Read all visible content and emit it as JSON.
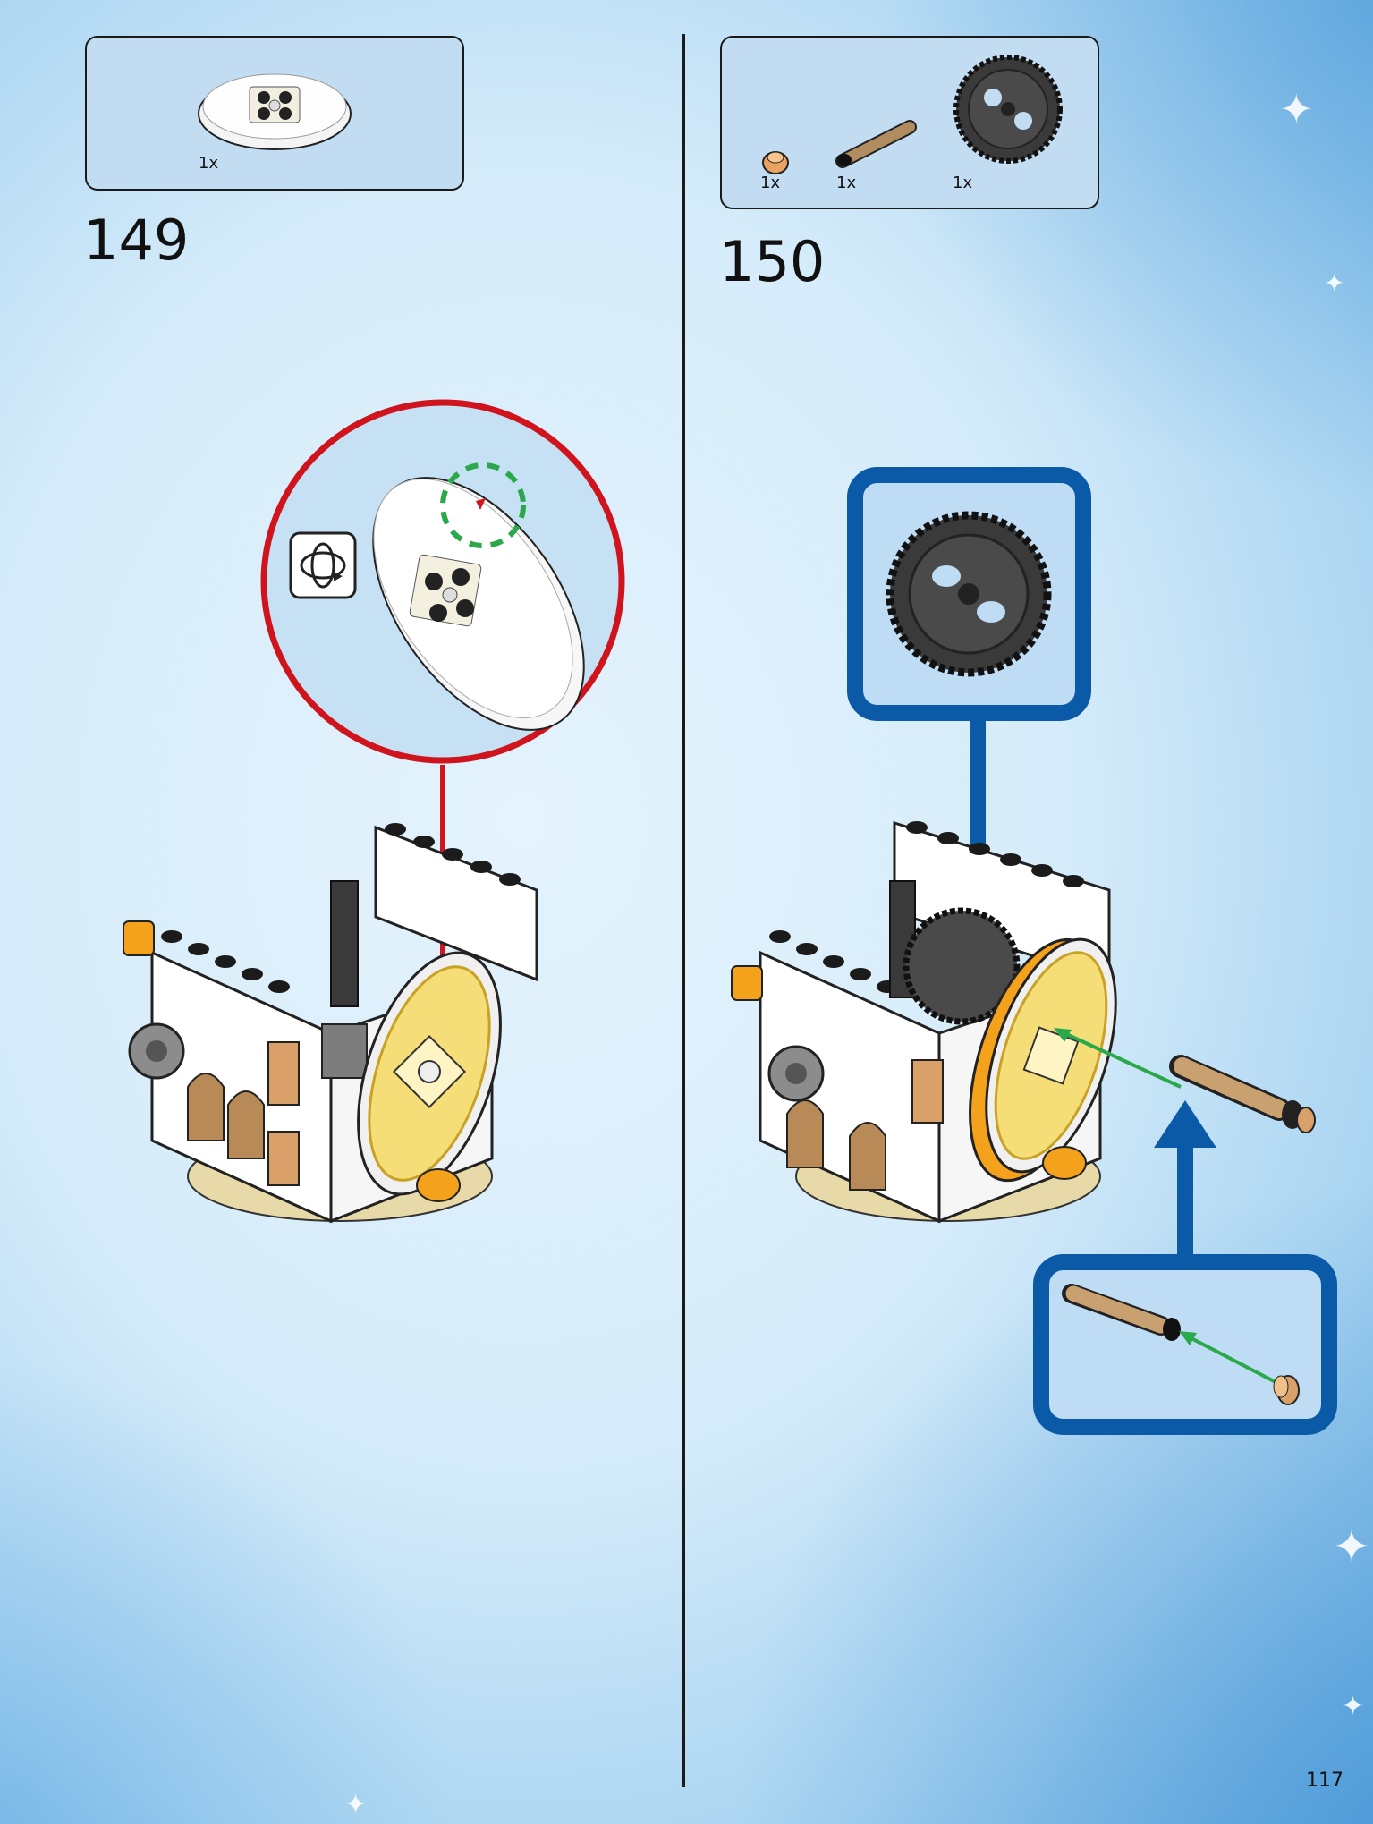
{
  "page": {
    "number": "117"
  },
  "steps": [
    {
      "number": "149",
      "parts": [
        {
          "name": "round-tile-part-icon",
          "qty": "1x"
        }
      ]
    },
    {
      "number": "150",
      "parts": [
        {
          "name": "round-plate-part-icon",
          "qty": "1x"
        },
        {
          "name": "axle-pin-part-icon",
          "qty": "1x"
        },
        {
          "name": "gear-part-icon",
          "qty": "1x"
        }
      ]
    }
  ],
  "colors": {
    "callout_red": "#d0141d",
    "callout_blue": "#0a5aa8",
    "arrow_green": "#2aa84a",
    "parts_box": "#c2dcf2"
  }
}
